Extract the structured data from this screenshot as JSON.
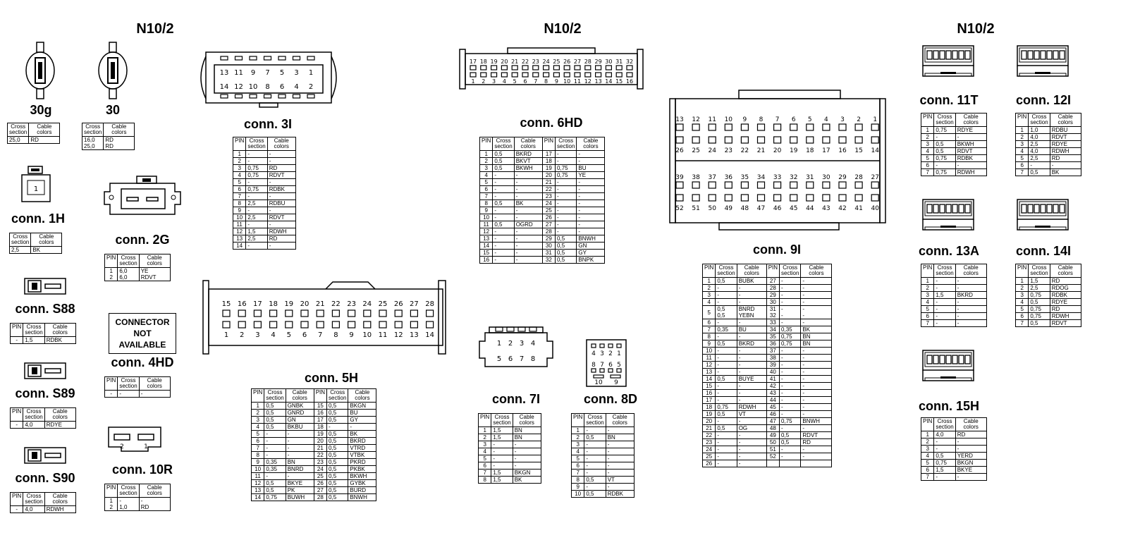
{
  "headers": {
    "left": "N10/2",
    "center": "N10/2",
    "right": "N10/2"
  },
  "table_headers": {
    "pin": "PIN",
    "cross": "Cross\nsection",
    "cable": "Cable\ncolors"
  },
  "connectors": {
    "c30g": {
      "name": "30g",
      "rows": [
        [
          "25,0",
          "RD"
        ]
      ]
    },
    "c30": {
      "name": "30",
      "rows": [
        [
          "16,0",
          "RD"
        ],
        [
          "25,0",
          "RD"
        ]
      ]
    },
    "c1H": {
      "name": "conn. 1H",
      "pin_label": "1",
      "rows": [
        [
          "2,5",
          "BK"
        ]
      ]
    },
    "c2G": {
      "name": "conn. 2G",
      "rows": [
        [
          "1",
          "6,0",
          "YE"
        ],
        [
          "2",
          "6,0",
          "RDVT"
        ]
      ]
    },
    "cS88": {
      "name": "conn. S88",
      "rows": [
        [
          "-",
          "1,5",
          "RDBK"
        ]
      ]
    },
    "c4HD": {
      "name": "conn. 4HD",
      "not_available": "CONNECTOR\nNOT\nAVAILABLE",
      "rows": [
        [
          "-",
          "-",
          "-"
        ]
      ]
    },
    "cS89": {
      "name": "conn. S89",
      "rows": [
        [
          "-",
          "4,0",
          "RDYE"
        ]
      ]
    },
    "cS90": {
      "name": "conn. S90",
      "rows": [
        [
          "-",
          "4,0",
          "RDWH"
        ]
      ]
    },
    "c10R": {
      "name": "conn. 10R",
      "rows": [
        [
          "1",
          "-",
          "-"
        ],
        [
          "2",
          "1,0",
          "RD"
        ]
      ],
      "pins": [
        "2",
        "1"
      ]
    },
    "c3I": {
      "name": "conn. 3I",
      "top_pins": [
        "13",
        "11",
        "9",
        "7",
        "5",
        "3",
        "1"
      ],
      "bottom_pins": [
        "14",
        "12",
        "10",
        "8",
        "6",
        "4",
        "2"
      ],
      "rows": [
        [
          "1",
          "-",
          "-"
        ],
        [
          "2",
          "-",
          "-"
        ],
        [
          "3",
          "0,75",
          "RD"
        ],
        [
          "4",
          "0,75",
          "RDVT"
        ],
        [
          "5",
          "-",
          "-"
        ],
        [
          "6",
          "0,75",
          "RDBK"
        ],
        [
          "7",
          "-",
          "-"
        ],
        [
          "8",
          "2,5",
          "RDBU"
        ],
        [
          "9",
          "-",
          "-"
        ],
        [
          "10",
          "2,5",
          "RDVT"
        ],
        [
          "11",
          "-",
          "-"
        ],
        [
          "12",
          "1,5",
          "RDWH"
        ],
        [
          "13",
          "2,5",
          "RD"
        ],
        [
          "14",
          "-",
          "-"
        ]
      ]
    },
    "c5H": {
      "name": "conn. 5H",
      "top_pins": [
        "15",
        "16",
        "17",
        "18",
        "19",
        "20",
        "21",
        "22",
        "23",
        "24",
        "25",
        "26",
        "27",
        "28"
      ],
      "bottom_pins": [
        "1",
        "2",
        "3",
        "4",
        "5",
        "6",
        "7",
        "8",
        "9",
        "10",
        "11",
        "12",
        "13",
        "14"
      ],
      "rows": [
        [
          "1",
          "0,5",
          "GNBK",
          "15",
          "0,5",
          "BKGN"
        ],
        [
          "2",
          "0,5",
          "GNRD",
          "16",
          "0,5",
          "BU"
        ],
        [
          "3",
          "0,5",
          "GN",
          "17",
          "0,5",
          "GY"
        ],
        [
          "4",
          "0,5",
          "BKBU",
          "18",
          "-",
          "-"
        ],
        [
          "5",
          "-",
          "-",
          "19",
          "0,5",
          "BK"
        ],
        [
          "6",
          "-",
          "-",
          "20",
          "0,5",
          "BKRD"
        ],
        [
          "7",
          "-",
          "-",
          "21",
          "0,5",
          "VTRD"
        ],
        [
          "8",
          "-",
          "-",
          "22",
          "0,5",
          "VTBK"
        ],
        [
          "9",
          "0,35",
          "BN",
          "23",
          "0,5",
          "PKRD"
        ],
        [
          "10",
          "0,35",
          "BNRD",
          "24",
          "0,5",
          "PKBK"
        ],
        [
          "11",
          "-",
          "-",
          "25",
          "0,5",
          "BKWH"
        ],
        [
          "12",
          "0,5",
          "BKYE",
          "26",
          "0,5",
          "GYBK"
        ],
        [
          "13",
          "0,5",
          "PK",
          "27",
          "0,5",
          "BURD"
        ],
        [
          "14",
          "0,75",
          "BUWH",
          "28",
          "0,5",
          "BNWH"
        ]
      ]
    },
    "c6HD": {
      "name": "conn. 6HD",
      "top_pins": [
        "17",
        "18",
        "19",
        "20",
        "21",
        "22",
        "23",
        "24",
        "25",
        "26",
        "27",
        "28",
        "29",
        "30",
        "31",
        "32"
      ],
      "bottom_pins": [
        "1",
        "2",
        "3",
        "4",
        "5",
        "6",
        "7",
        "8",
        "9",
        "10",
        "11",
        "12",
        "13",
        "14",
        "15",
        "16"
      ],
      "rows": [
        [
          "1",
          "0,5",
          "BKRD",
          "17",
          "-",
          "-"
        ],
        [
          "2",
          "0,5",
          "BKVT",
          "18",
          "-",
          "-"
        ],
        [
          "3",
          "0,5",
          "BKWH",
          "19",
          "0,75",
          "BU"
        ],
        [
          "4",
          "-",
          "-",
          "20",
          "0,75",
          "YE"
        ],
        [
          "5",
          "-",
          "-",
          "21",
          "-",
          "-"
        ],
        [
          "6",
          "-",
          "-",
          "22",
          "-",
          "-"
        ],
        [
          "7",
          "-",
          "-",
          "23",
          "-",
          "-"
        ],
        [
          "8",
          "0,5",
          "BK",
          "24",
          "-",
          "-"
        ],
        [
          "9",
          "-",
          "-",
          "25",
          "-",
          "-"
        ],
        [
          "10",
          "-",
          "-",
          "26",
          "-",
          "-"
        ],
        [
          "11",
          "0,5",
          "OGRD",
          "27",
          "-",
          "-"
        ],
        [
          "12",
          "-",
          "-",
          "28",
          "-",
          "-"
        ],
        [
          "13",
          "-",
          "-",
          "29",
          "0,5",
          "BNWH"
        ],
        [
          "14",
          "-",
          "-",
          "30",
          "0,5",
          "GN"
        ],
        [
          "15",
          "-",
          "-",
          "31",
          "0,5",
          "GY"
        ],
        [
          "16",
          "-",
          "-",
          "32",
          "0,5",
          "BNPK"
        ]
      ]
    },
    "c7I": {
      "name": "conn. 7I",
      "top_pins": [
        "1",
        "2",
        "3",
        "4"
      ],
      "bottom_pins": [
        "5",
        "6",
        "7",
        "8"
      ],
      "rows": [
        [
          "1",
          "1,5",
          "BN"
        ],
        [
          "2",
          "1,5",
          "BN"
        ],
        [
          "3",
          "-",
          "-"
        ],
        [
          "4",
          "-",
          "-"
        ],
        [
          "5",
          "-",
          "-"
        ],
        [
          "6",
          "-",
          "-"
        ],
        [
          "7",
          "1,5",
          "BKGN"
        ],
        [
          "8",
          "1,5",
          "BK"
        ]
      ]
    },
    "c8D": {
      "name": "conn. 8D",
      "top_pins": [
        "4",
        "3",
        "2",
        "1"
      ],
      "bottom_pins": [
        "8",
        "7",
        "6",
        "5"
      ],
      "side_pins": [
        "10",
        "9"
      ],
      "rows": [
        [
          "1",
          "-",
          "-"
        ],
        [
          "2",
          "0,5",
          "BN"
        ],
        [
          "3",
          "-",
          "-"
        ],
        [
          "4",
          "-",
          "-"
        ],
        [
          "5",
          "-",
          "-"
        ],
        [
          "6",
          "-",
          "-"
        ],
        [
          "7",
          "-",
          "-"
        ],
        [
          "8",
          "0,5",
          "VT"
        ],
        [
          "9",
          "-",
          "-"
        ],
        [
          "10",
          "0,5",
          "RDBK"
        ]
      ]
    },
    "c9I": {
      "name": "conn. 9I",
      "row1_top": [
        "13",
        "12",
        "11",
        "10",
        "9",
        "8",
        "7",
        "6",
        "5",
        "4",
        "3",
        "2",
        "1"
      ],
      "row1_bot": [
        "26",
        "25",
        "24",
        "23",
        "22",
        "21",
        "20",
        "19",
        "18",
        "17",
        "16",
        "15",
        "14"
      ],
      "row2_top": [
        "39",
        "38",
        "37",
        "36",
        "35",
        "34",
        "33",
        "32",
        "31",
        "30",
        "29",
        "28",
        "27"
      ],
      "row2_bot": [
        "52",
        "51",
        "50",
        "49",
        "48",
        "47",
        "46",
        "45",
        "44",
        "43",
        "42",
        "41",
        "40"
      ],
      "rows": [
        [
          "1",
          "0,5",
          "BUBK",
          "27",
          "-",
          "-"
        ],
        [
          "2",
          "-",
          "-",
          "28",
          "-",
          "-"
        ],
        [
          "3",
          "-",
          "-",
          "29",
          "-",
          "-"
        ],
        [
          "4",
          "-",
          "-",
          "30",
          "-",
          "-"
        ],
        [
          "5",
          "0,5\n0,5",
          "BNRD\nYEBN",
          "31",
          "-",
          "-"
        ],
        [
          "6",
          "-",
          "-",
          "33",
          "-",
          "-"
        ],
        [
          "7",
          "0,35",
          "BU",
          "34",
          "0,35",
          "BK"
        ],
        [
          "8",
          "-",
          "-",
          "35",
          "0,75",
          "BN"
        ],
        [
          "9",
          "0,5",
          "BKRD",
          "36",
          "0,75",
          "BN"
        ],
        [
          "10",
          "-",
          "-",
          "37",
          "-",
          "-"
        ],
        [
          "11",
          "-",
          "-",
          "38",
          "-",
          "-"
        ],
        [
          "12",
          "-",
          "-",
          "39",
          "-",
          "-"
        ],
        [
          "13",
          "-",
          "-",
          "40",
          "-",
          "-"
        ],
        [
          "14",
          "0,5",
          "BUYE",
          "41",
          "-",
          "-"
        ],
        [
          "15",
          "-",
          "-",
          "42",
          "-",
          "-"
        ],
        [
          "16",
          "-",
          "-",
          "43",
          "-",
          "-"
        ],
        [
          "17",
          "-",
          "-",
          "44",
          "-",
          "-"
        ],
        [
          "18",
          "0,75",
          "RDWH",
          "45",
          "-",
          "-"
        ],
        [
          "19",
          "0,5",
          "VT",
          "46",
          "-",
          "-"
        ],
        [
          "20",
          "-",
          "-",
          "47",
          "0,75",
          "BNWH"
        ],
        [
          "21",
          "0,5",
          "OG",
          "48",
          "-",
          "-"
        ],
        [
          "22",
          "-",
          "-",
          "49",
          "0,5",
          "RDVT"
        ],
        [
          "23",
          "-",
          "-",
          "50",
          "0,5",
          "RD"
        ],
        [
          "24",
          "-",
          "-",
          "51",
          "-",
          "-"
        ],
        [
          "25",
          "-",
          "-",
          "52",
          "-",
          "-"
        ],
        [
          "26",
          "-",
          "-",
          "",
          "",
          " "
        ]
      ],
      "row5_extra_pin": "32"
    },
    "c11T": {
      "name": "conn. 11T",
      "rows": [
        [
          "1",
          "0,75",
          "RDYE"
        ],
        [
          "2",
          "-",
          "-"
        ],
        [
          "3",
          "0,5",
          "BKWH"
        ],
        [
          "4",
          "0,5",
          "RDVT"
        ],
        [
          "5",
          "0,75",
          "RDBK"
        ],
        [
          "6",
          "-",
          "-"
        ],
        [
          "7",
          "0,75",
          "RDWH"
        ]
      ]
    },
    "c12I": {
      "name": "conn. 12I",
      "rows": [
        [
          "1",
          "1,0",
          "RDBU"
        ],
        [
          "2",
          "4,0",
          "RDVT"
        ],
        [
          "3",
          "2,5",
          "RDYE"
        ],
        [
          "4",
          "4,0",
          "RDWH"
        ],
        [
          "5",
          "2,5",
          "RD"
        ],
        [
          "6",
          "-",
          "-"
        ],
        [
          "7",
          "0,5",
          "BK"
        ]
      ]
    },
    "c13A": {
      "name": "conn. 13A",
      "rows": [
        [
          "1",
          "-",
          "-"
        ],
        [
          "2",
          "-",
          "-"
        ],
        [
          "3",
          "1,5",
          "BKRD"
        ],
        [
          "4",
          "-",
          "-"
        ],
        [
          "5",
          "-",
          "-"
        ],
        [
          "6",
          "-",
          "-"
        ],
        [
          "7",
          "-",
          "-"
        ]
      ]
    },
    "c14I": {
      "name": "conn. 14I",
      "rows": [
        [
          "1",
          "1,5",
          "RD"
        ],
        [
          "2",
          "2,5",
          "RDOG"
        ],
        [
          "3",
          "0,75",
          "RDBK"
        ],
        [
          "4",
          "0,5",
          "RDYE"
        ],
        [
          "5",
          "0,75",
          "RD"
        ],
        [
          "6",
          "0,75",
          "RDWH"
        ],
        [
          "7",
          "0,5",
          "RDVT"
        ]
      ]
    },
    "c15H": {
      "name": "conn. 15H",
      "rows": [
        [
          "1",
          "4,0",
          "RD"
        ],
        [
          "2",
          "-",
          "-"
        ],
        [
          "3",
          "-",
          "-"
        ],
        [
          "4",
          "0,5",
          "YERD"
        ],
        [
          "5",
          "0,75",
          "BKGN"
        ],
        [
          "6",
          "1,5",
          "BKYE"
        ],
        [
          "7",
          "-",
          "-"
        ]
      ]
    }
  }
}
